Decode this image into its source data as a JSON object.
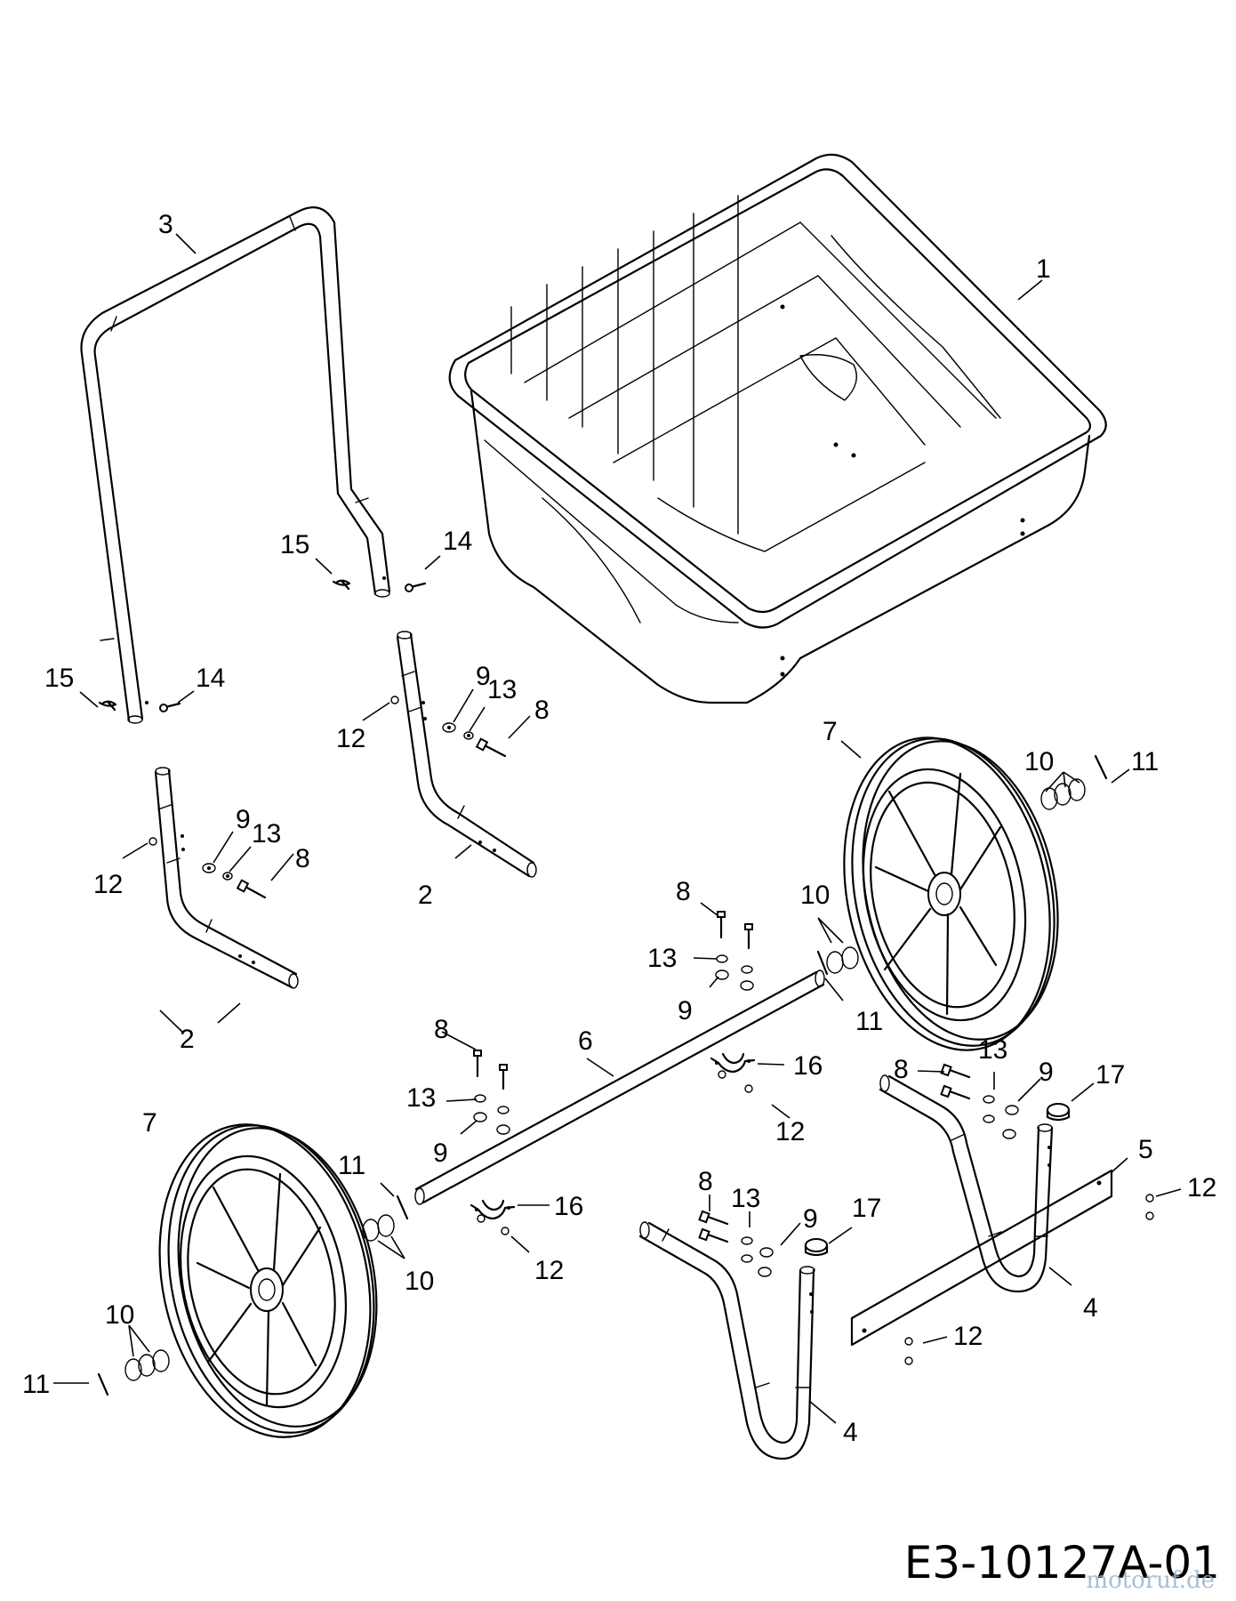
{
  "diagram": {
    "code": "E3-10127A-01",
    "watermark": "motoruf.de",
    "callouts": [
      {
        "id": "c1",
        "text": "1"
      },
      {
        "id": "c3",
        "text": "3"
      },
      {
        "id": "c15a",
        "text": "15"
      },
      {
        "id": "c14a",
        "text": "14"
      },
      {
        "id": "c15b",
        "text": "15"
      },
      {
        "id": "c14b",
        "text": "14"
      },
      {
        "id": "c12a",
        "text": "12"
      },
      {
        "id": "c9a",
        "text": "9"
      },
      {
        "id": "c13a",
        "text": "13"
      },
      {
        "id": "c8a",
        "text": "8"
      },
      {
        "id": "c2a",
        "text": "2"
      },
      {
        "id": "c12b",
        "text": "12"
      },
      {
        "id": "c9b",
        "text": "9"
      },
      {
        "id": "c13b",
        "text": "13"
      },
      {
        "id": "c8b",
        "text": "8"
      },
      {
        "id": "c2b",
        "text": "2"
      },
      {
        "id": "c7a",
        "text": "7"
      },
      {
        "id": "c10a",
        "text": "10"
      },
      {
        "id": "c11a",
        "text": "11"
      },
      {
        "id": "c8c",
        "text": "8"
      },
      {
        "id": "c13c",
        "text": "13"
      },
      {
        "id": "c9c",
        "text": "9"
      },
      {
        "id": "c10b",
        "text": "10"
      },
      {
        "id": "c11b",
        "text": "11"
      },
      {
        "id": "c8d",
        "text": "8"
      },
      {
        "id": "c6",
        "text": "6"
      },
      {
        "id": "c16a",
        "text": "16"
      },
      {
        "id": "c12c",
        "text": "12"
      },
      {
        "id": "c13d",
        "text": "13"
      },
      {
        "id": "c9d",
        "text": "9"
      },
      {
        "id": "c8e",
        "text": "8"
      },
      {
        "id": "c13e",
        "text": "13"
      },
      {
        "id": "c9e",
        "text": "9"
      },
      {
        "id": "c17a",
        "text": "17"
      },
      {
        "id": "c5",
        "text": "5"
      },
      {
        "id": "c12d",
        "text": "12"
      },
      {
        "id": "c7b",
        "text": "7"
      },
      {
        "id": "c11c",
        "text": "11"
      },
      {
        "id": "c16b",
        "text": "16"
      },
      {
        "id": "c12e",
        "text": "12"
      },
      {
        "id": "c10c",
        "text": "10"
      },
      {
        "id": "c8f",
        "text": "8"
      },
      {
        "id": "c13f",
        "text": "13"
      },
      {
        "id": "c9f",
        "text": "9"
      },
      {
        "id": "c17b",
        "text": "17"
      },
      {
        "id": "c4a",
        "text": "4"
      },
      {
        "id": "c12f",
        "text": "12"
      },
      {
        "id": "c10d",
        "text": "10"
      },
      {
        "id": "c11d",
        "text": "11"
      },
      {
        "id": "c4b",
        "text": "4"
      }
    ]
  }
}
